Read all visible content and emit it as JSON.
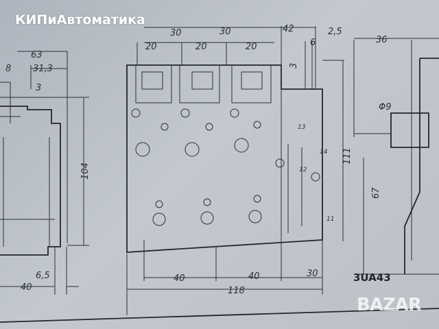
{
  "watermark_top": "КИПиАвтоматика",
  "watermark_logo": "BAZAR",
  "model": "3UA43",
  "left_view": {
    "d63": "63",
    "d8": "8",
    "d31_3": "31,3",
    "d3": "3",
    "d104": "104",
    "d6_5": "6,5",
    "d40": "40"
  },
  "front_view": {
    "top30a": "30",
    "top30b": "30",
    "top42": "42",
    "top2_5": "2,5",
    "top20a": "20",
    "top20b": "20",
    "top20c": "20",
    "top6": "6",
    "top3": "3",
    "h111": "111",
    "b40a": "40",
    "b40b": "40",
    "b30": "30",
    "b118": "118",
    "t13": "13",
    "t14": "14",
    "t12": "12",
    "t11": "11"
  },
  "side_view": {
    "d36": "36",
    "phi9": "Φ9",
    "h67": "67"
  }
}
